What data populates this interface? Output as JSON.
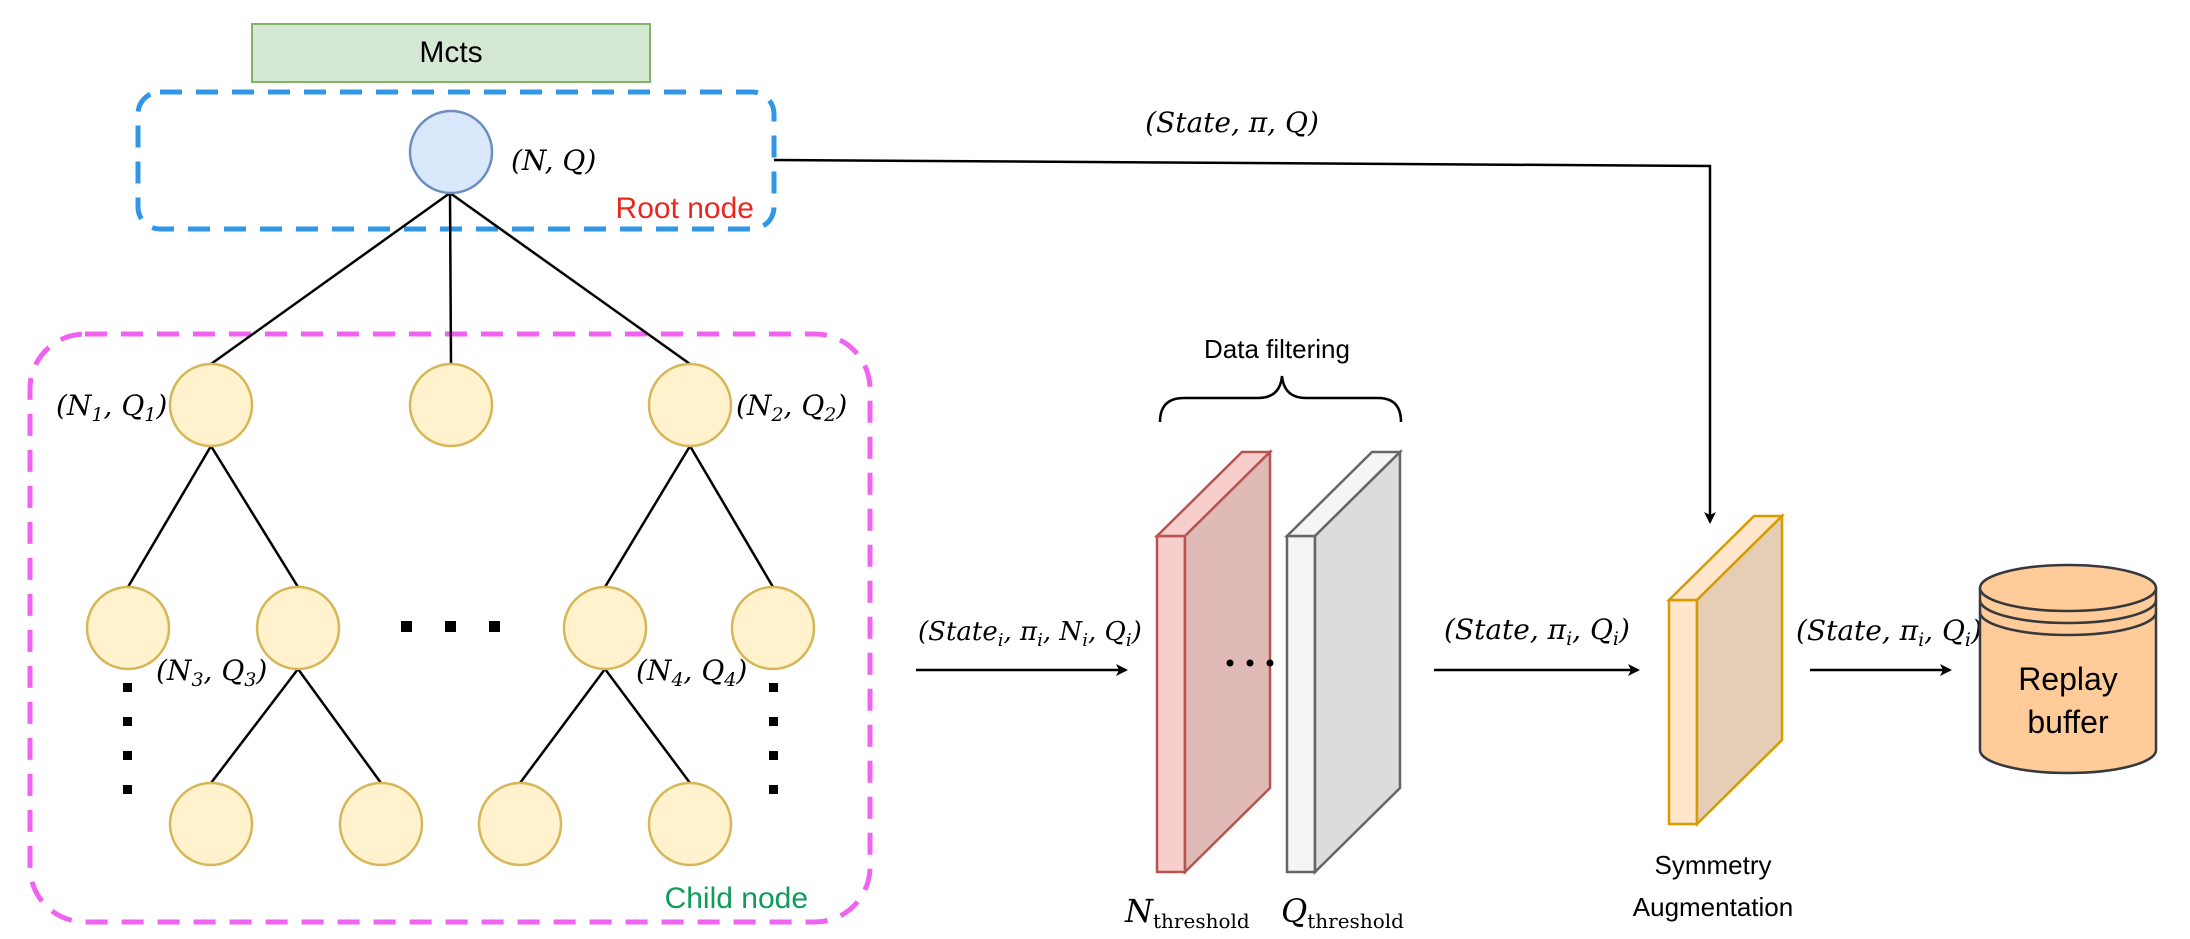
{
  "mcts_label": "Mcts",
  "root": {
    "label": "(N, Q)",
    "group_label": "Root node",
    "group_label_color": "#e8281f",
    "group_border_color": "#2f96e8"
  },
  "children": {
    "group_label": "Child node",
    "group_label_color": "#0c9d58",
    "group_border_color": "#f062f0",
    "labels": {
      "n1": {
        "base": "(N",
        "sub1": "1",
        "mid": ", Q",
        "sub2": "1",
        "end": ")"
      },
      "n2": {
        "base": "(N",
        "sub1": "2",
        "mid": ", Q",
        "sub2": "2",
        "end": ")"
      },
      "n3": {
        "base": "(N",
        "sub1": "3",
        "mid": ", Q",
        "sub2": "3",
        "end": ")"
      },
      "n4": {
        "base": "(N",
        "sub1": "4",
        "mid": ", Q",
        "sub2": "4",
        "end": ")"
      }
    }
  },
  "arrows": {
    "top": "(State, π, Q)",
    "to_filter": {
      "a": "(State",
      "s1": "i",
      "b": ", π",
      "s2": "i",
      "c": ", N",
      "s3": "i",
      "d": ", Q",
      "s4": "i",
      "e": ")"
    },
    "to_aug": {
      "a": "(State, π",
      "s1": "i",
      "b": ", Q",
      "s2": "i",
      "c": ")"
    },
    "to_buffer": {
      "a": "(State, π",
      "s1": "i",
      "b": ", Q",
      "s2": "i",
      "c": ")"
    }
  },
  "filter": {
    "title": "Data filtering",
    "n_threshold": {
      "base": "N",
      "sub": "threshold"
    },
    "q_threshold": {
      "base": "Q",
      "sub": "threshold"
    }
  },
  "augmentation": {
    "line1": "Symmetry",
    "line2": "Augmentation"
  },
  "buffer": {
    "line1": "Replay",
    "line2": "buffer"
  },
  "colors": {
    "root_fill": "#dae8fc",
    "root_stroke": "#6c8ebf",
    "node_fill": "#fff2cc",
    "node_stroke": "#d6b656",
    "mcts_fill": "#d5e8d4",
    "mcts_stroke": "#82b366",
    "n_filter_fill": "#f8cecc",
    "n_filter_stroke": "#b85450",
    "q_filter_fill": "#f5f5f5",
    "q_filter_stroke": "#666666",
    "aug_fill": "#ffe6cc",
    "aug_stroke": "#d79b00",
    "buffer_fill": "#ffcc99",
    "buffer_stroke": "#36393d"
  }
}
